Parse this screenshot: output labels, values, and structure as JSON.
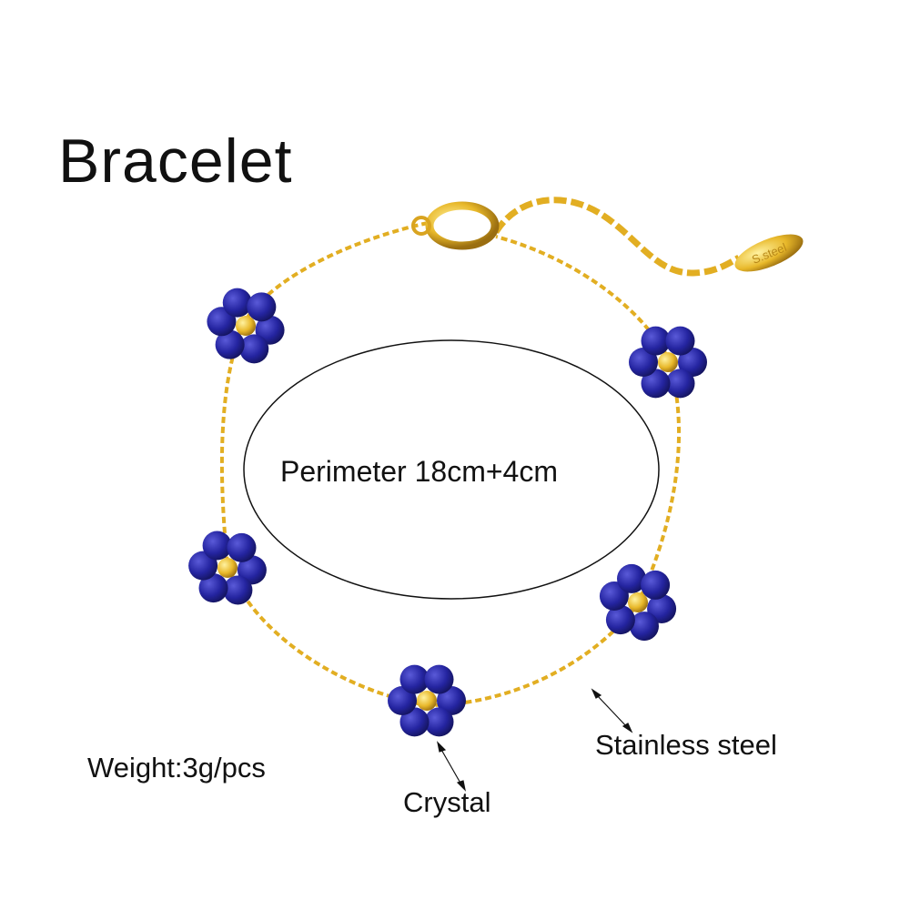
{
  "title": "Bracelet",
  "perimeter": "Perimeter 18cm+4cm",
  "weight": "Weight:3g/pcs",
  "labels": {
    "crystal": "Crystal",
    "steel": "Stainless steel"
  },
  "tag_engraving": "S.steel",
  "colors": {
    "gold": "#e8b82a",
    "bead": "#2a2aa0",
    "text": "#111111"
  }
}
